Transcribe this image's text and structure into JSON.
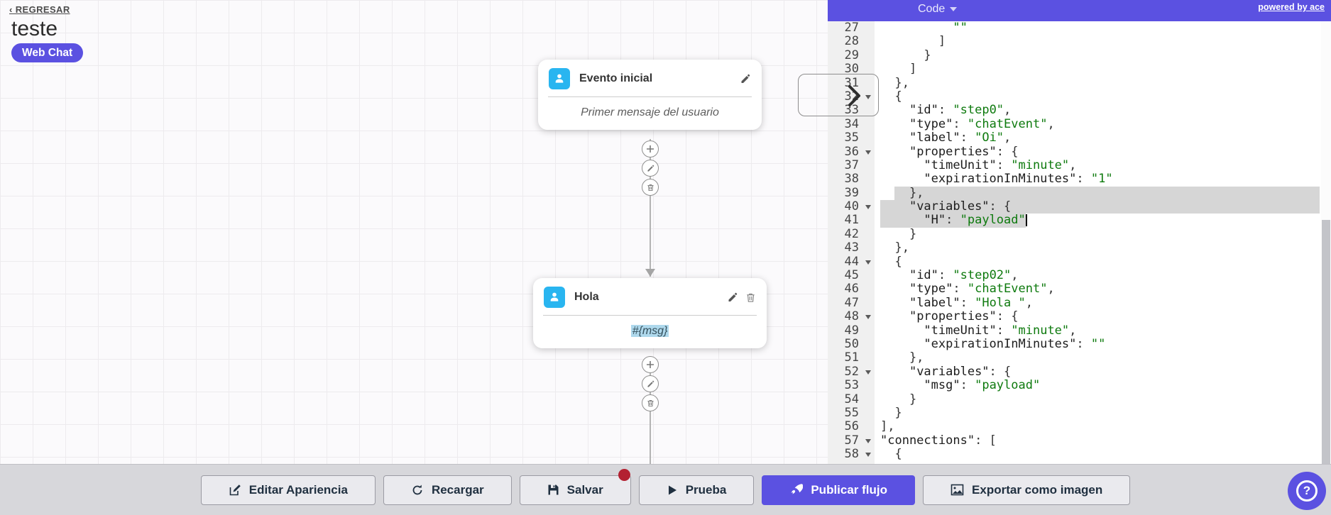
{
  "colors": {
    "accent": "#5b51e1",
    "node_icon_cyan": "#29b5f0",
    "selection_gray": "#d6d6d6",
    "unsaved_dot_red": "#b32131",
    "code_string_green": "#0e7a0e"
  },
  "header": {
    "back_label": "‹ REGRESAR",
    "title": "teste",
    "channel_badge": "Web Chat"
  },
  "canvas": {
    "node_initial": {
      "title": "Evento inicial",
      "body": "Primer mensaje del usuario"
    },
    "node_hola": {
      "title": "Hola",
      "body_variable": "#{msg}"
    }
  },
  "editor": {
    "menu_label": "Code",
    "powered_by": "powered by ace",
    "lines": [
      {
        "n": 27,
        "segs": [
          [
            "p",
            "          "
          ],
          [
            "s",
            "\"\""
          ]
        ]
      },
      {
        "n": 28,
        "segs": [
          [
            "p",
            "        ]"
          ]
        ]
      },
      {
        "n": 29,
        "segs": [
          [
            "p",
            "      }"
          ]
        ]
      },
      {
        "n": 30,
        "segs": [
          [
            "p",
            "    ]"
          ]
        ]
      },
      {
        "n": 31,
        "segs": [
          [
            "p",
            "  },"
          ]
        ]
      },
      {
        "n": 32,
        "fold": true,
        "segs": [
          [
            "p",
            "  {"
          ]
        ]
      },
      {
        "n": 33,
        "segs": [
          [
            "p",
            "    "
          ],
          [
            "k",
            "\"id\""
          ],
          [
            "p",
            ": "
          ],
          [
            "s",
            "\"step0\""
          ],
          [
            "p",
            ","
          ]
        ]
      },
      {
        "n": 34,
        "segs": [
          [
            "p",
            "    "
          ],
          [
            "k",
            "\"type\""
          ],
          [
            "p",
            ": "
          ],
          [
            "s",
            "\"chatEvent\""
          ],
          [
            "p",
            ","
          ]
        ]
      },
      {
        "n": 35,
        "segs": [
          [
            "p",
            "    "
          ],
          [
            "k",
            "\"label\""
          ],
          [
            "p",
            ": "
          ],
          [
            "s",
            "\"Oi\""
          ],
          [
            "p",
            ","
          ]
        ]
      },
      {
        "n": 36,
        "fold": true,
        "segs": [
          [
            "p",
            "    "
          ],
          [
            "k",
            "\"properties\""
          ],
          [
            "p",
            ": {"
          ]
        ]
      },
      {
        "n": 37,
        "segs": [
          [
            "p",
            "      "
          ],
          [
            "k",
            "\"timeUnit\""
          ],
          [
            "p",
            ": "
          ],
          [
            "s",
            "\"minute\""
          ],
          [
            "p",
            ","
          ]
        ]
      },
      {
        "n": 38,
        "segs": [
          [
            "p",
            "      "
          ],
          [
            "k",
            "\"expirationInMinutes\""
          ],
          [
            "p",
            ": "
          ],
          [
            "s",
            "\"1\""
          ]
        ]
      },
      {
        "n": 39,
        "sel": {
          "from": 2,
          "to": -1
        },
        "segs": [
          [
            "p",
            "    },"
          ]
        ]
      },
      {
        "n": 40,
        "fold": true,
        "sel": {
          "from": 0,
          "to": -1
        },
        "segs": [
          [
            "p",
            "    "
          ],
          [
            "k",
            "\"variables\""
          ],
          [
            "p",
            ": {"
          ]
        ]
      },
      {
        "n": 41,
        "sel": {
          "from": 0,
          "to": 20
        },
        "cursor": 20,
        "segs": [
          [
            "p",
            "      "
          ],
          [
            "k",
            "\"H\""
          ],
          [
            "p",
            ": "
          ],
          [
            "s",
            "\"payload\""
          ]
        ]
      },
      {
        "n": 42,
        "segs": [
          [
            "p",
            "    }"
          ]
        ]
      },
      {
        "n": 43,
        "segs": [
          [
            "p",
            "  },"
          ]
        ]
      },
      {
        "n": 44,
        "fold": true,
        "segs": [
          [
            "p",
            "  {"
          ]
        ]
      },
      {
        "n": 45,
        "segs": [
          [
            "p",
            "    "
          ],
          [
            "k",
            "\"id\""
          ],
          [
            "p",
            ": "
          ],
          [
            "s",
            "\"step02\""
          ],
          [
            "p",
            ","
          ]
        ]
      },
      {
        "n": 46,
        "segs": [
          [
            "p",
            "    "
          ],
          [
            "k",
            "\"type\""
          ],
          [
            "p",
            ": "
          ],
          [
            "s",
            "\"chatEvent\""
          ],
          [
            "p",
            ","
          ]
        ]
      },
      {
        "n": 47,
        "segs": [
          [
            "p",
            "    "
          ],
          [
            "k",
            "\"label\""
          ],
          [
            "p",
            ": "
          ],
          [
            "s",
            "\"Hola \""
          ],
          [
            "p",
            ","
          ]
        ]
      },
      {
        "n": 48,
        "fold": true,
        "segs": [
          [
            "p",
            "    "
          ],
          [
            "k",
            "\"properties\""
          ],
          [
            "p",
            ": {"
          ]
        ]
      },
      {
        "n": 49,
        "segs": [
          [
            "p",
            "      "
          ],
          [
            "k",
            "\"timeUnit\""
          ],
          [
            "p",
            ": "
          ],
          [
            "s",
            "\"minute\""
          ],
          [
            "p",
            ","
          ]
        ]
      },
      {
        "n": 50,
        "segs": [
          [
            "p",
            "      "
          ],
          [
            "k",
            "\"expirationInMinutes\""
          ],
          [
            "p",
            ": "
          ],
          [
            "s",
            "\"\""
          ]
        ]
      },
      {
        "n": 51,
        "segs": [
          [
            "p",
            "    },"
          ]
        ]
      },
      {
        "n": 52,
        "fold": true,
        "segs": [
          [
            "p",
            "    "
          ],
          [
            "k",
            "\"variables\""
          ],
          [
            "p",
            ": {"
          ]
        ]
      },
      {
        "n": 53,
        "segs": [
          [
            "p",
            "      "
          ],
          [
            "k",
            "\"msg\""
          ],
          [
            "p",
            ": "
          ],
          [
            "s",
            "\"payload\""
          ]
        ]
      },
      {
        "n": 54,
        "segs": [
          [
            "p",
            "    }"
          ]
        ]
      },
      {
        "n": 55,
        "segs": [
          [
            "p",
            "  }"
          ]
        ]
      },
      {
        "n": 56,
        "segs": [
          [
            "p",
            "],"
          ]
        ]
      },
      {
        "n": 57,
        "fold": true,
        "segs": [
          [
            "k",
            "\"connections\""
          ],
          [
            "p",
            ": ["
          ]
        ]
      },
      {
        "n": 58,
        "fold": true,
        "segs": [
          [
            "p",
            "  {"
          ]
        ]
      }
    ]
  },
  "toolbar": {
    "edit_appearance": "Editar Apariencia",
    "reload": "Recargar",
    "save": "Salvar",
    "test": "Prueba",
    "publish": "Publicar flujo",
    "export_image": "Exportar como imagen"
  },
  "help": {
    "label": "?"
  }
}
